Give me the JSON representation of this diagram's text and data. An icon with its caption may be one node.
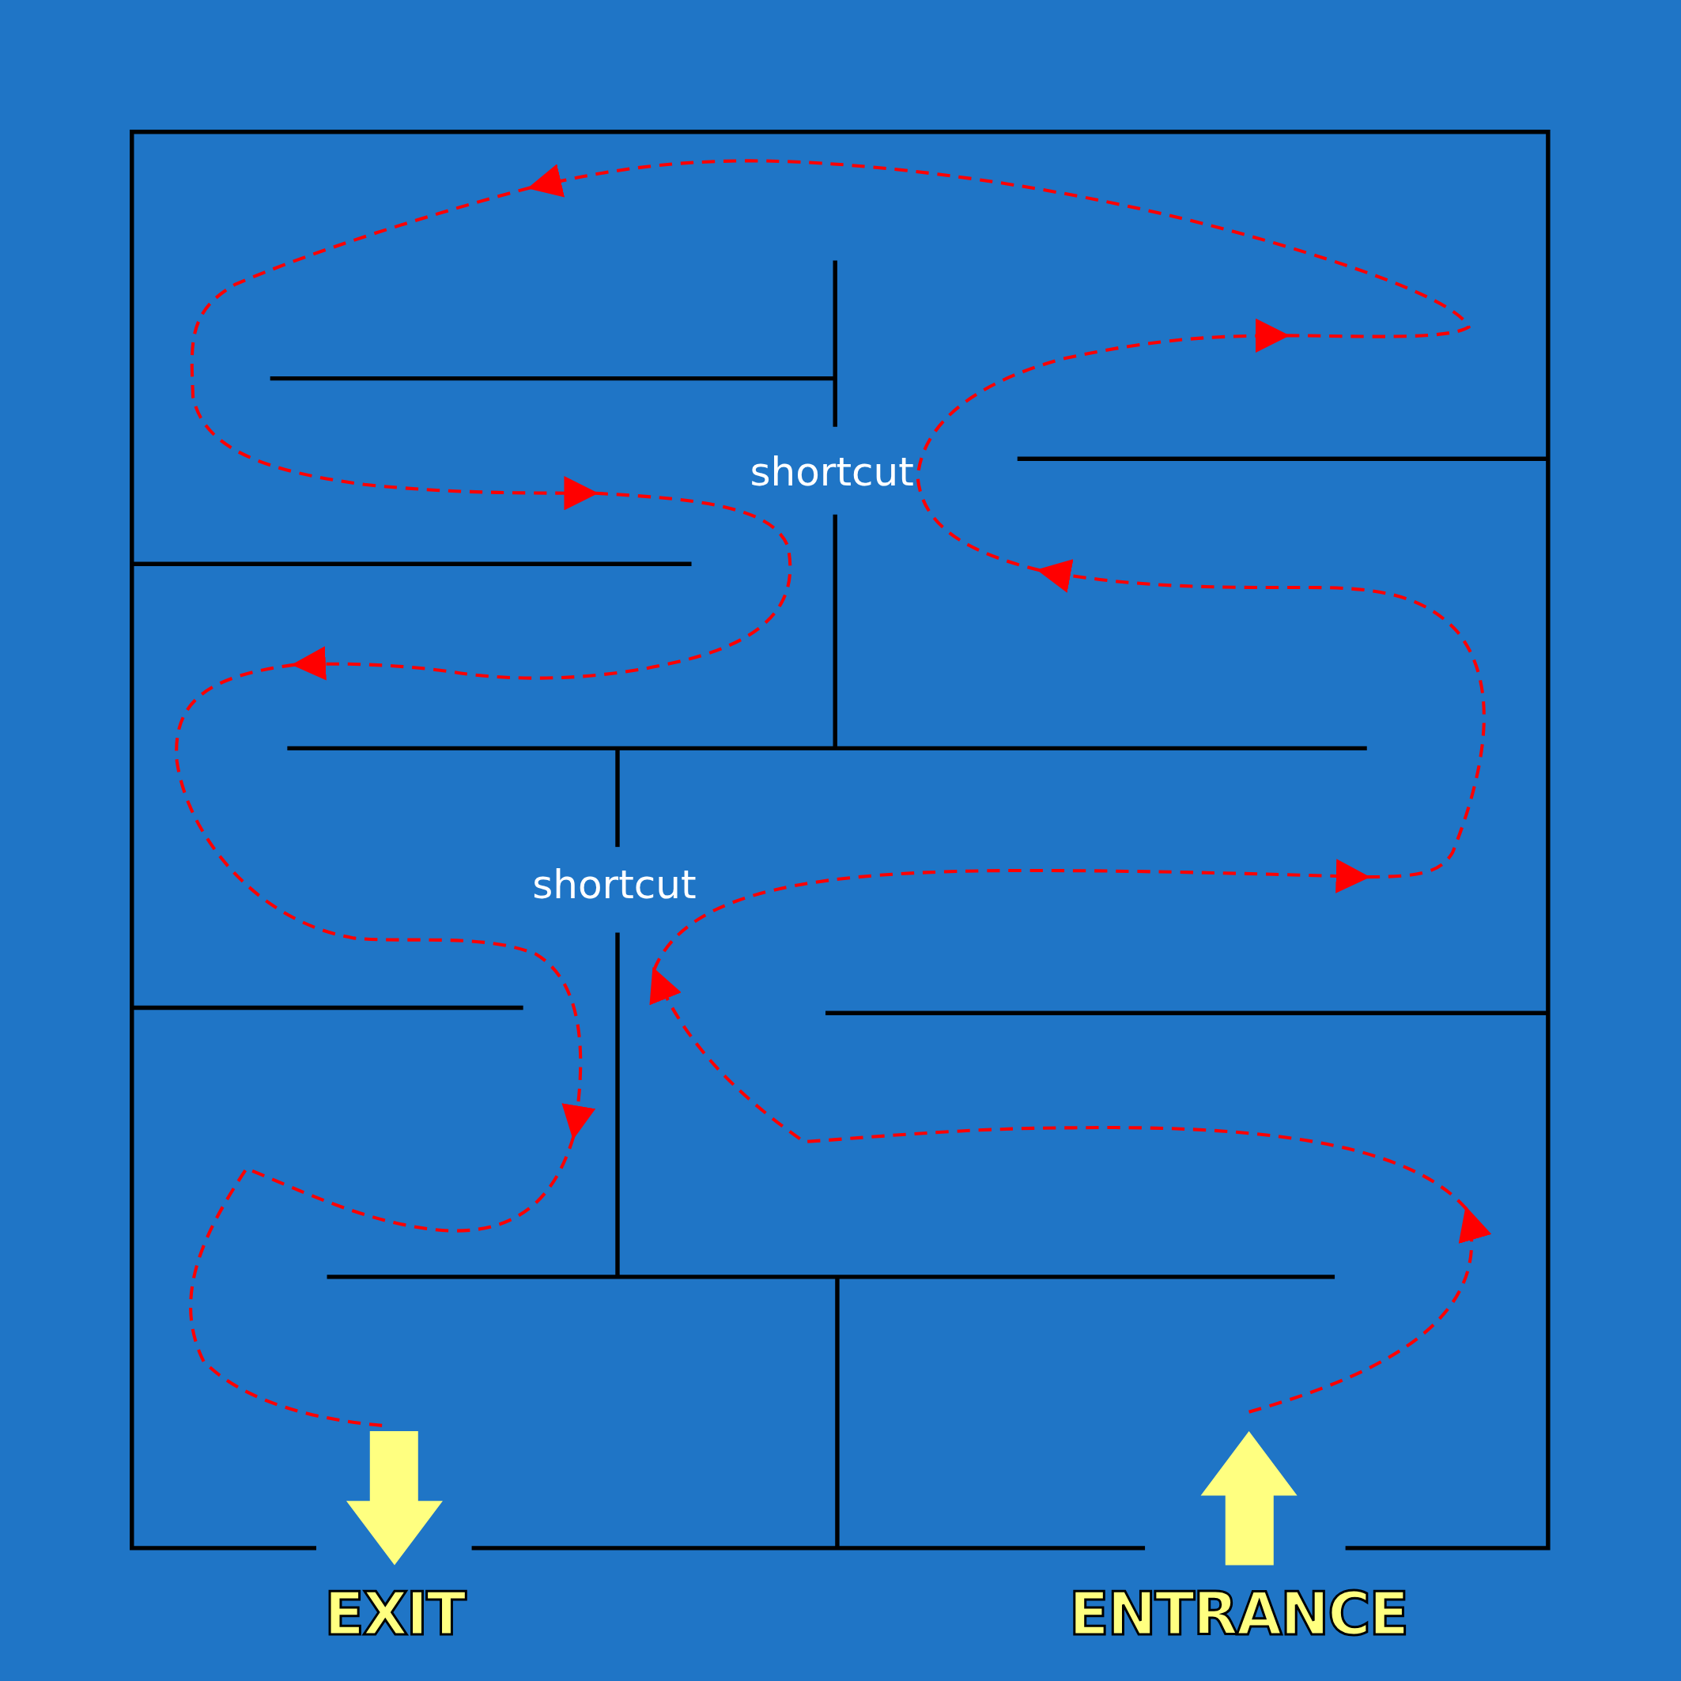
{
  "diagram": {
    "labels": [
      "shortcut",
      "shortcut",
      "EXIT",
      "ENTRANCE"
    ]
  }
}
